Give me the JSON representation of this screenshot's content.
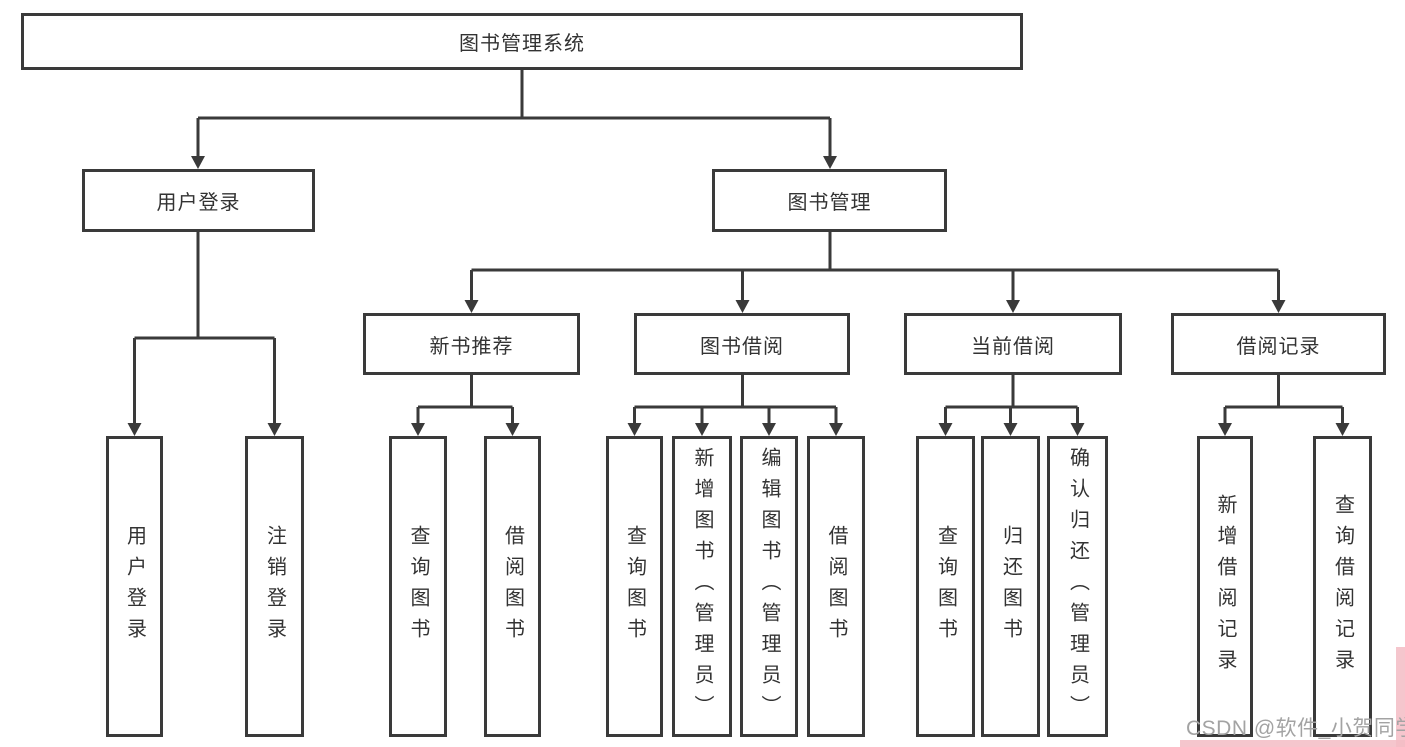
{
  "diagram_title": "图书管理系统",
  "tree": {
    "label": "图书管理系统",
    "children": [
      {
        "label": "用户登录",
        "children": [
          {
            "label": "用户登录"
          },
          {
            "label": "注销登录"
          }
        ]
      },
      {
        "label": "图书管理",
        "children": [
          {
            "label": "新书推荐",
            "children": [
              {
                "label": "查询图书"
              },
              {
                "label": "借阅图书"
              }
            ]
          },
          {
            "label": "图书借阅",
            "children": [
              {
                "label": "查询图书"
              },
              {
                "label": "新增图书（管理员）"
              },
              {
                "label": "编辑图书（管理员）"
              },
              {
                "label": "借阅图书"
              }
            ]
          },
          {
            "label": "当前借阅",
            "children": [
              {
                "label": "查询图书"
              },
              {
                "label": "归还图书"
              },
              {
                "label": "确认归还（管理员）"
              }
            ]
          },
          {
            "label": "借阅记录",
            "children": [
              {
                "label": "新增借阅记录"
              },
              {
                "label": "查询借阅记录"
              }
            ]
          }
        ]
      }
    ]
  },
  "watermark": {
    "text": "CSDN @软件_小贺同学"
  },
  "colors": {
    "line": "#3a3a3a",
    "text": "#333333",
    "watermark_text": "#a3a3a3",
    "corner_accent": "#f3bcc4",
    "background": "#ffffff"
  }
}
